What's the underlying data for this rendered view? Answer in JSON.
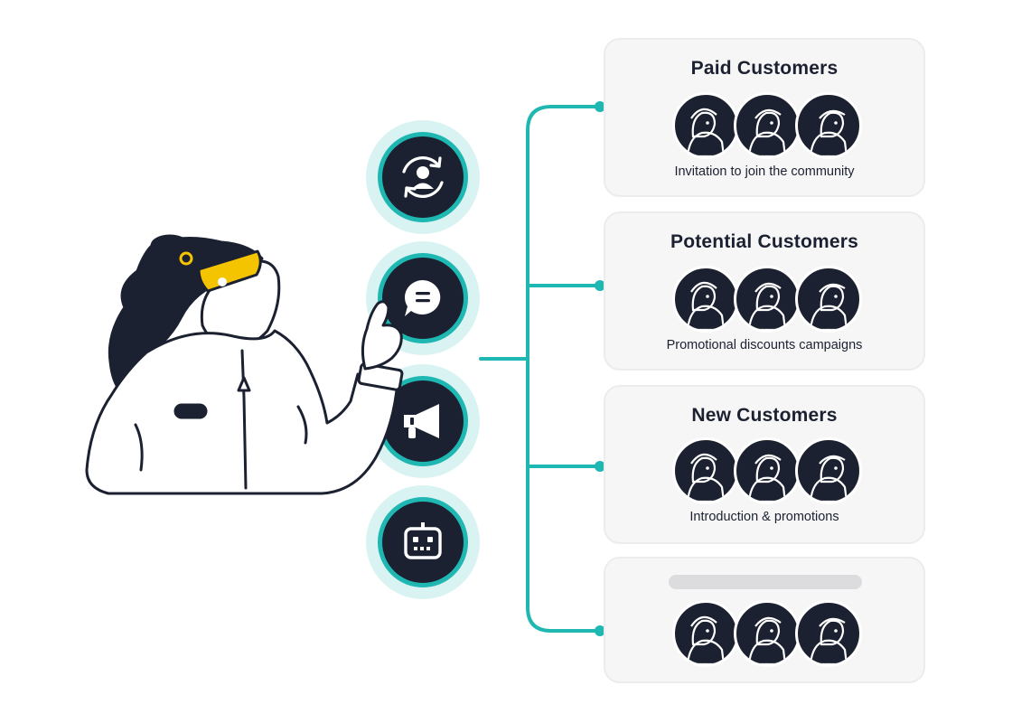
{
  "colors": {
    "accent": "#1fb7b2",
    "halo": "#d9f3f2",
    "dark": "#1b2130",
    "highlight": "#f5c400",
    "card_bg": "#f6f6f7",
    "card_border": "#ececee"
  },
  "channels": [
    {
      "icon": "refresh-user-icon"
    },
    {
      "icon": "chat-bubble-icon"
    },
    {
      "icon": "megaphone-icon"
    },
    {
      "icon": "robot-icon"
    }
  ],
  "segments": [
    {
      "title": "Paid Customers",
      "caption": "Invitation to join the community"
    },
    {
      "title": "Potential Customers",
      "caption": "Promotional discounts campaigns"
    },
    {
      "title": "New Customers",
      "caption": "Introduction & promotions"
    },
    {
      "title": "",
      "caption": ""
    }
  ]
}
